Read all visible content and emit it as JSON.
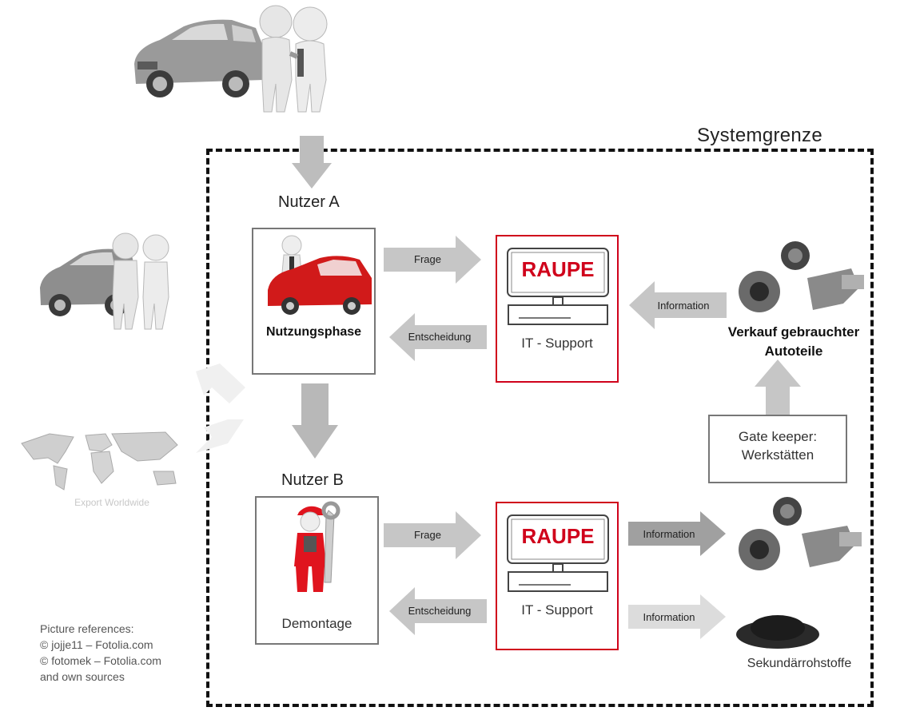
{
  "boundary": {
    "label": "Systemgrenze"
  },
  "phase_a": {
    "user_label": "Nutzer A",
    "box_label": "Nutzungsphase",
    "arrow_out_label": "Frage",
    "arrow_in_label": "Entscheidung"
  },
  "phase_b": {
    "user_label": "Nutzer B",
    "box_label": "Demontage",
    "arrow_out_label": "Frage",
    "arrow_in_label": "Entscheidung"
  },
  "raupe_a": {
    "logo": "RAUPE",
    "caption": "IT - Support"
  },
  "raupe_b": {
    "logo": "RAUPE",
    "caption": "IT - Support"
  },
  "market": {
    "info_label": "Information",
    "title_line1": "Verkauf gebrauchter",
    "title_line2": "Autoteile"
  },
  "gatekeeper": {
    "line1": "Gate keeper:",
    "line2": "Werkstätten"
  },
  "outputs": {
    "info_parts_label": "Information",
    "info_secondary_label": "Information",
    "secondary_label": "Sekundärrohstoffe"
  },
  "export": {
    "label": "Export Worldwide"
  },
  "references": {
    "line1": "Picture references:",
    "line2": "© jojje11 – Fotolia.com",
    "line3": "© fotomek – Fotolia.com",
    "line4": "and own sources"
  },
  "colors": {
    "raupe_red": "#d0021b",
    "arrow_gray": "#c6c6c6",
    "arrow_dark": "#a0a0a0"
  }
}
